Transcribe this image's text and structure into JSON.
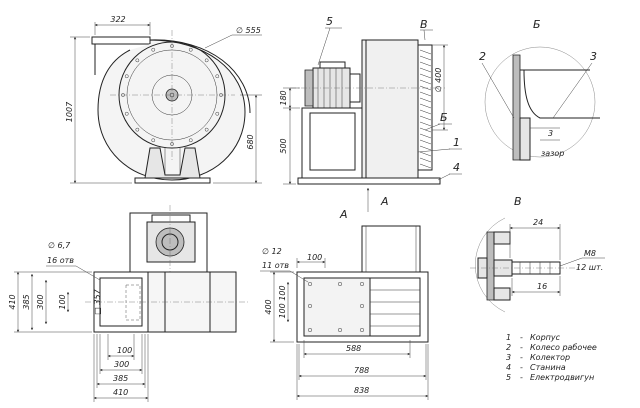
{
  "views": {
    "front": {
      "dim_width": "322",
      "dim_diameter": "∅ 555",
      "dim_height": "1007",
      "dim_center": "680"
    },
    "side": {
      "label_motor": "5",
      "label_section_v": "В",
      "label_section_b": "Б",
      "label_body": "1",
      "label_stand": "4",
      "dim_inlet": "∅ 400",
      "dim_180": "180",
      "dim_500": "500"
    },
    "detail_b": {
      "title": "Б",
      "label_2": "2",
      "label_3": "3",
      "gap_value": "3",
      "gap_label": "зазор"
    },
    "detail_v": {
      "title": "В",
      "dim_24": "24",
      "dim_16": "16",
      "bolt_size": "M8",
      "bolt_count": "12 шт."
    },
    "top": {
      "hole_dia": "∅ 6,7",
      "hole_count": "16 отв",
      "dim_410_v": "410",
      "dim_385_v": "385",
      "dim_300_v": "300",
      "dim_100_v": "100",
      "square": "□ 357",
      "dim_100_h": "100",
      "dim_300_h": "300",
      "dim_385_h": "385",
      "dim_410_h": "410"
    },
    "view_a": {
      "label_a1": "A",
      "label_a2": "A",
      "hole_dia": "∅ 12",
      "hole_count": "11 отв",
      "dim_100": "100",
      "dim_400": "400",
      "dim_100_100": "100 100",
      "dim_588": "588",
      "dim_788": "788",
      "dim_838": "838"
    }
  },
  "legend": [
    {
      "num": "1",
      "text": "Корпус"
    },
    {
      "num": "2",
      "text": "Колесо рабочее"
    },
    {
      "num": "3",
      "text": "Колектор"
    },
    {
      "num": "4",
      "text": "Станина"
    },
    {
      "num": "5",
      "text": "Електродвигун"
    }
  ]
}
